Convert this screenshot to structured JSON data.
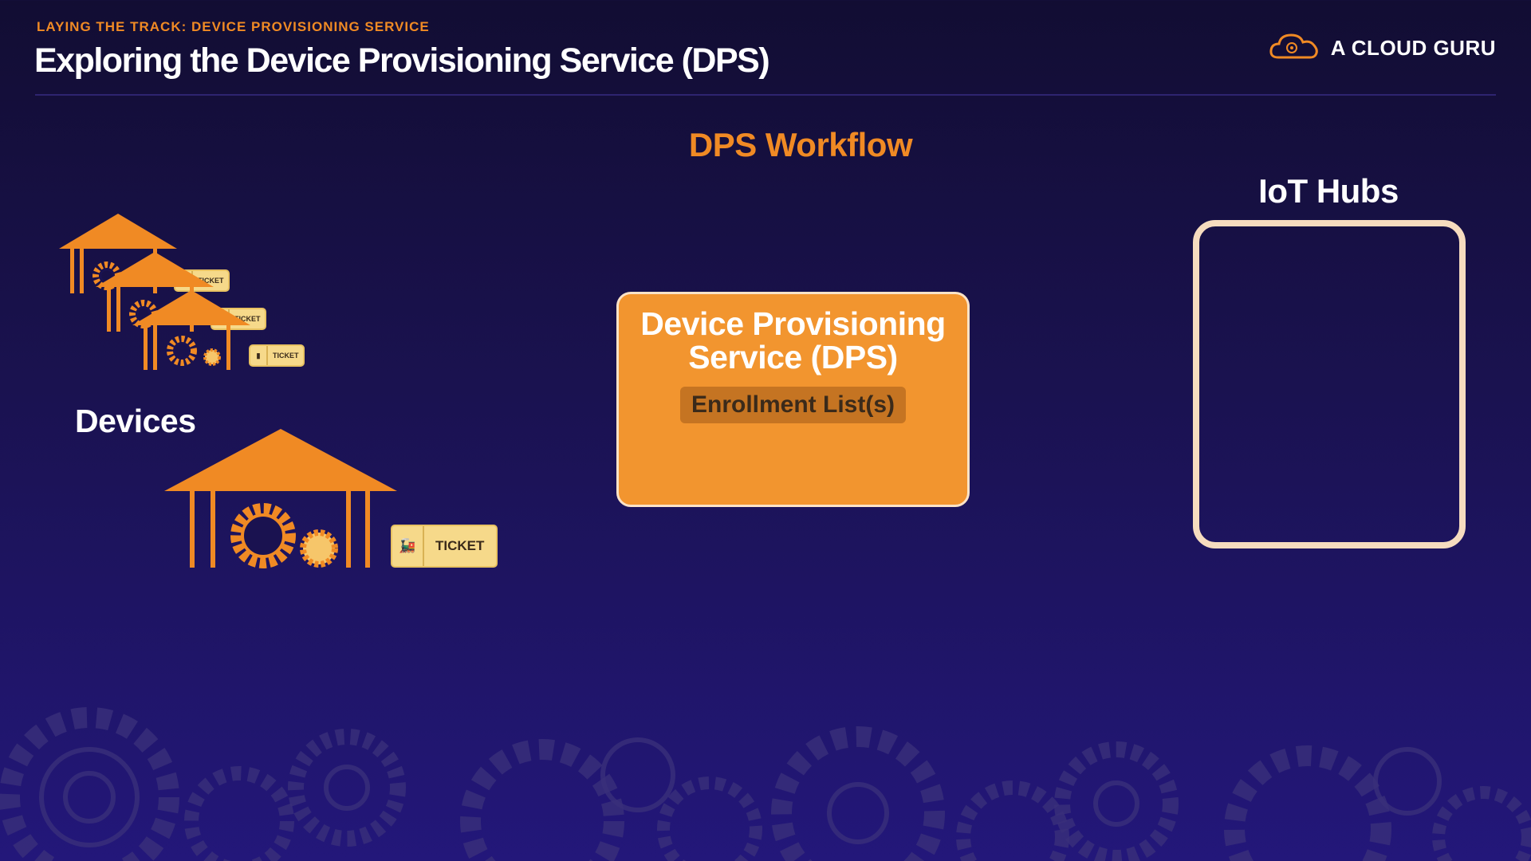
{
  "header": {
    "eyebrow": "LAYING THE TRACK: DEVICE PROVISIONING SERVICE",
    "title": "Exploring the Device Provisioning Service (DPS)",
    "brand": "A CLOUD GURU"
  },
  "diagram": {
    "workflow_title": "DPS Workflow",
    "devices_label": "Devices",
    "dps_title_line1": "Device Provisioning",
    "dps_title_line2": "Service (DPS)",
    "enrollment_label": "Enrollment List(s)",
    "hubs_title": "IoT Hubs",
    "ticket_label": "TICKET"
  },
  "colors": {
    "accent": "#f08a24",
    "background": "#1a1250",
    "card": "#f2952f",
    "hub_border": "#f6dcbf"
  }
}
